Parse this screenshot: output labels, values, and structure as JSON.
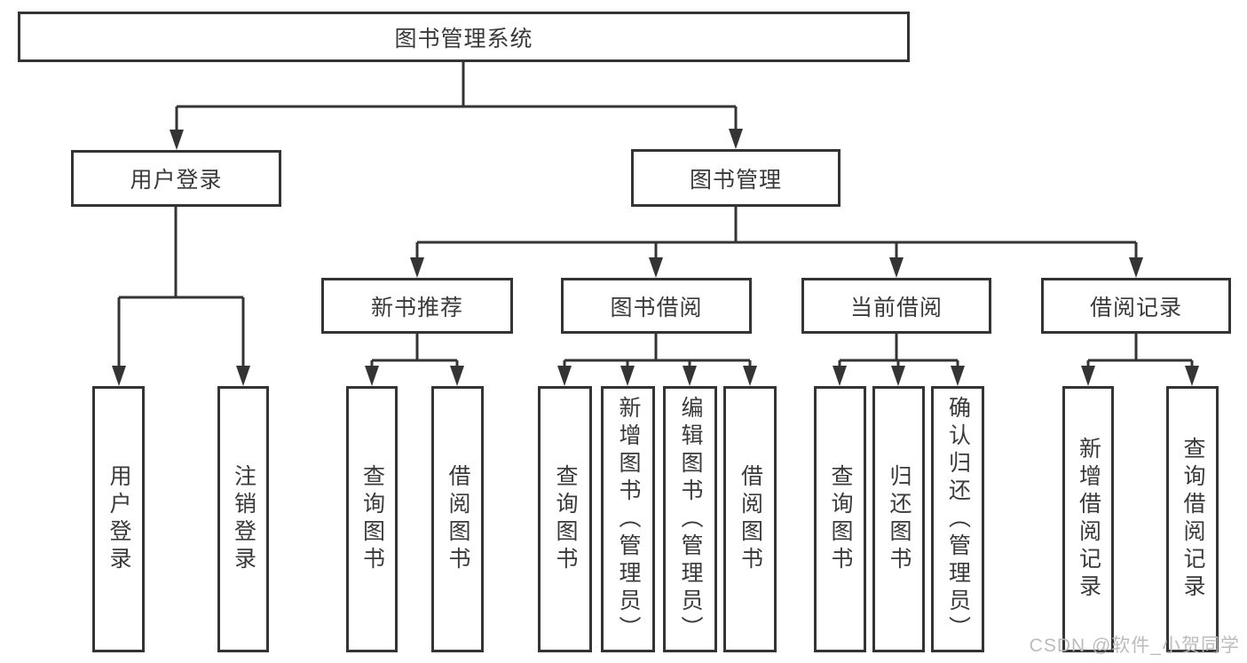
{
  "diagram": {
    "root": {
      "label": "图书管理系统"
    },
    "level2": [
      {
        "label": "用户登录"
      },
      {
        "label": "图书管理"
      }
    ],
    "level3": [
      {
        "label": "新书推荐"
      },
      {
        "label": "图书借阅"
      },
      {
        "label": "当前借阅"
      },
      {
        "label": "借阅记录"
      }
    ],
    "leaves": {
      "user_login": [
        "用户登录",
        "注销登录"
      ],
      "new_book": [
        "查询图书",
        "借阅图书"
      ],
      "book_borrow": [
        "查询图书",
        "新增图书（管理员）",
        "编辑图书（管理员）",
        "借阅图书"
      ],
      "current_borrow": [
        "查询图书",
        "归还图书",
        "确认归还（管理员）"
      ],
      "borrow_record": [
        "新增借阅记录",
        "查询借阅记录"
      ]
    },
    "watermark": "CSDN @软件_小贺同学",
    "colors": {
      "line": "#343434",
      "text": "#3a3a3a",
      "watermark": "#b9b9b9",
      "background": "#ffffff"
    }
  }
}
